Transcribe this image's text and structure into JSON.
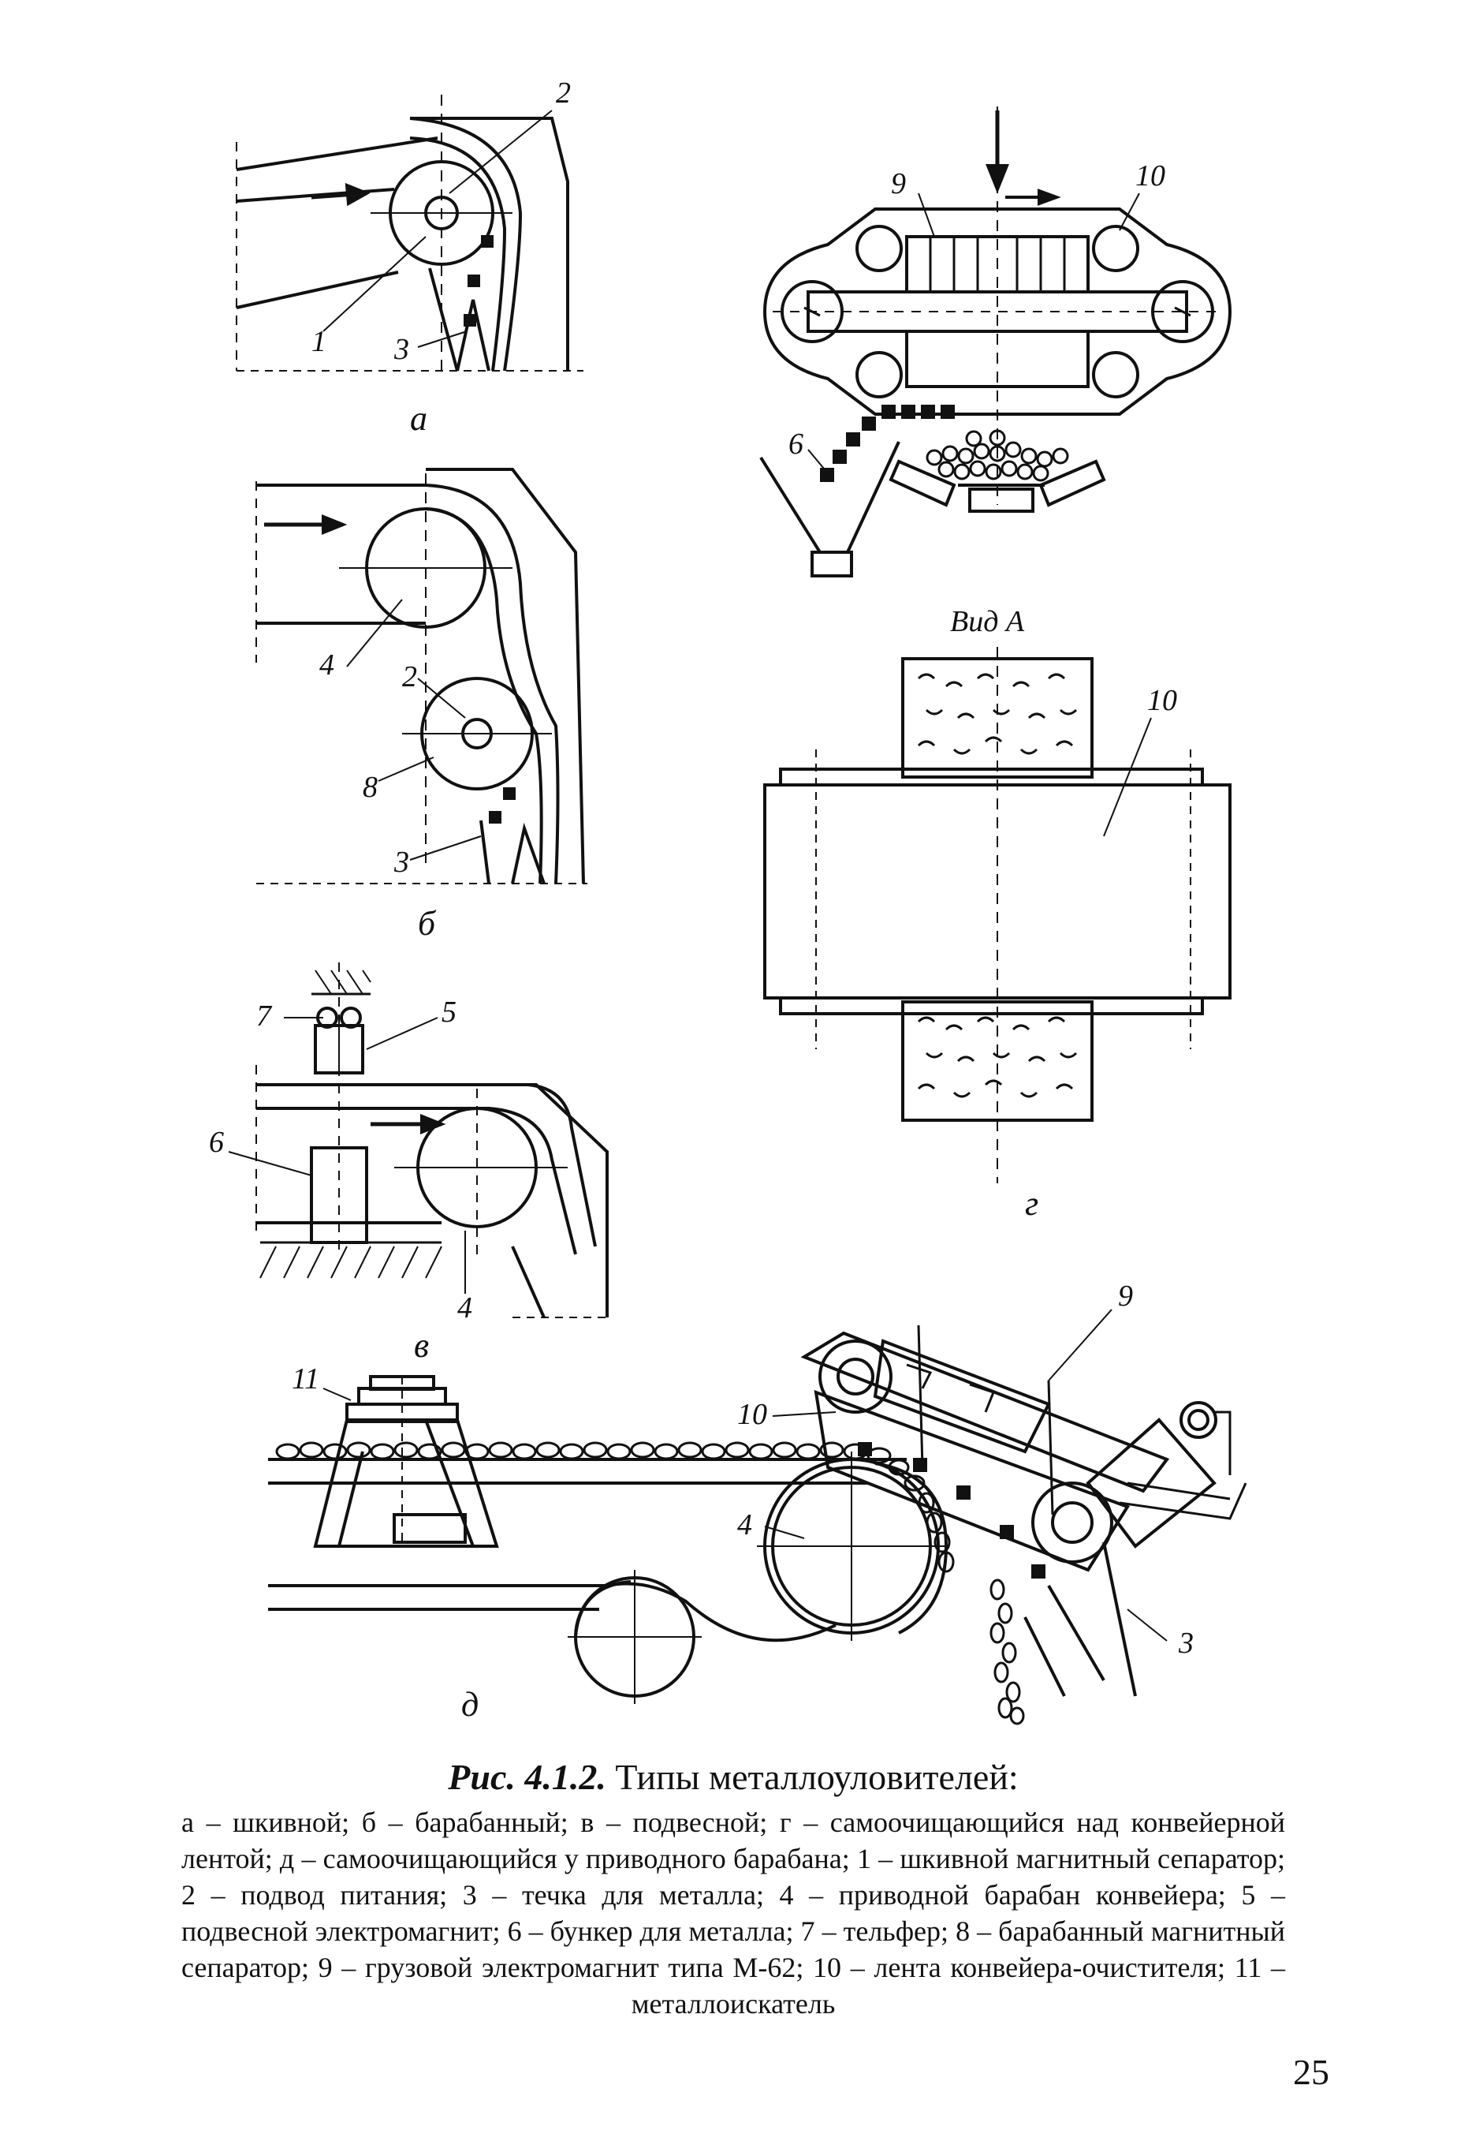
{
  "figure": {
    "diagrams": {
      "a": {
        "sublabel": "а",
        "parts": [
          "2",
          "1",
          "3"
        ]
      },
      "b": {
        "sublabel": "б",
        "parts": [
          "4",
          "2",
          "8",
          "3"
        ]
      },
      "v": {
        "sublabel": "в",
        "parts": [
          "7",
          "5",
          "6",
          "4"
        ]
      },
      "g_top": {
        "parts": [
          "9",
          "10",
          "6"
        ],
        "view_label": "Вид А"
      },
      "g": {
        "sublabel": "г",
        "parts": [
          "10"
        ]
      },
      "d": {
        "sublabel": "д",
        "parts": [
          "9",
          "11",
          "10",
          "4",
          "3"
        ]
      }
    }
  },
  "caption": {
    "figure_number": "Рис. 4.1.2.",
    "title": "Типы металлоуловителей:",
    "text": "а – шкивной; б – барабанный; в – подвесной; г – самоочищающийся над конвейерной лентой; д – самоочищающийся у приводного барабана; 1 – шкивной магнитный сепаратор; 2 – подвод питания; 3 – течка для металла; 4 – приводной барабан конвейера; 5 – подвесной электромагнит; 6 – бункер для металла; 7 – тельфер; 8 – барабанный магнитный сепаратор; 9 – грузовой электромагнит типа М-62; 10 – лента конвейера-очистителя; 11 – металлоискатель"
  },
  "page_number": "25"
}
